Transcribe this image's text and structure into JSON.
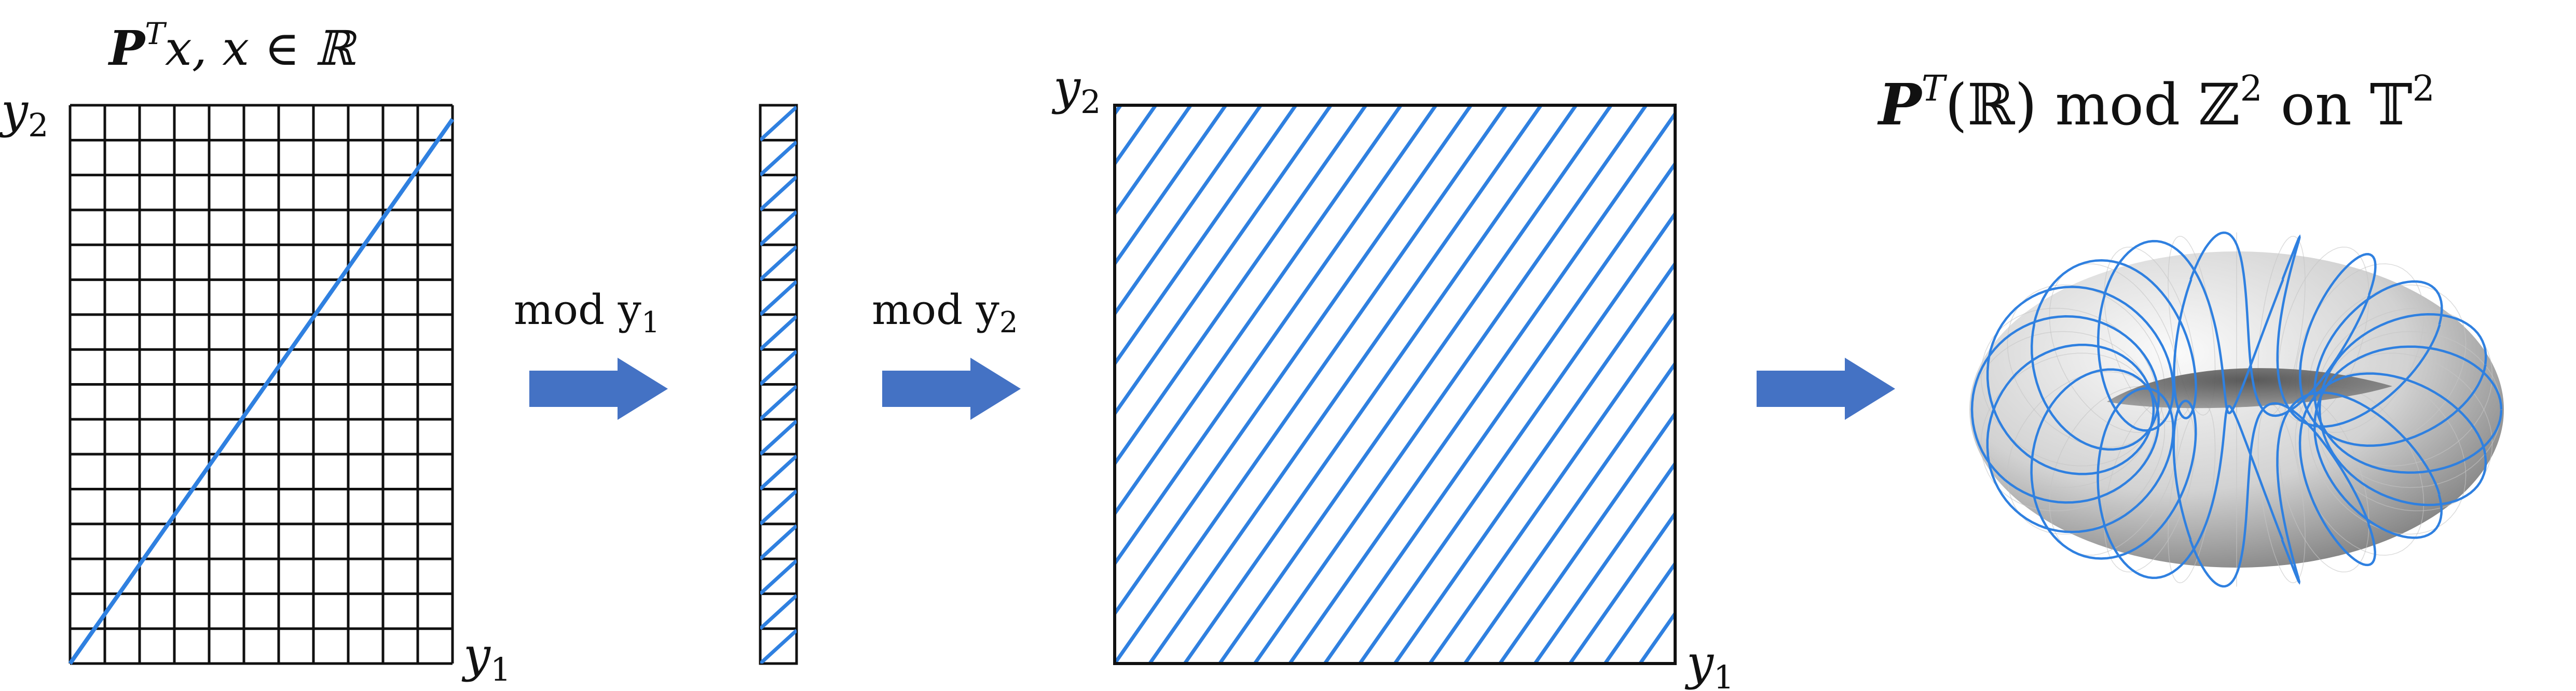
{
  "colors": {
    "line": "#2f80e0",
    "grid": "#111111",
    "arrow": "#4472c4",
    "torus_light": "#fafafa",
    "torus_dark": "#6e6e6e"
  },
  "panel1": {
    "title": {
      "main": "P",
      "sup": "T",
      "rest": "x,  x ∈ ℝ"
    },
    "y_label": {
      "main": "y",
      "sub": "2"
    },
    "x_label": {
      "main": "y",
      "sub": "1"
    }
  },
  "arrow1": {
    "label": {
      "main": "mod y",
      "sub": "1"
    }
  },
  "arrow2": {
    "label": {
      "main": "mod y",
      "sub": "2"
    }
  },
  "panel3": {
    "y_label": {
      "main": "y",
      "sub": "2"
    },
    "x_label": {
      "main": "y",
      "sub": "1"
    }
  },
  "panel4": {
    "title": {
      "main": "P",
      "sup1": "T",
      "mid": "(ℝ) mod  ℤ",
      "sup2": "2",
      "end": " on 𝕋",
      "sup3": "2"
    }
  },
  "arrow3": {
    "icon": "right-arrow-icon"
  }
}
